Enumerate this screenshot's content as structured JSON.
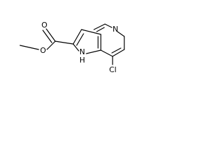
{
  "molecule": {
    "atoms": {
      "ring_nitrogen": "N",
      "carbonyl_oxygen": "O",
      "ester_oxygen": "O",
      "pyrrole_nh": "H",
      "pyrrole_n": "N",
      "chlorine": "Cl"
    }
  },
  "colors": {
    "bond": "#000000",
    "label": "#000000",
    "background": "#ffffff"
  }
}
